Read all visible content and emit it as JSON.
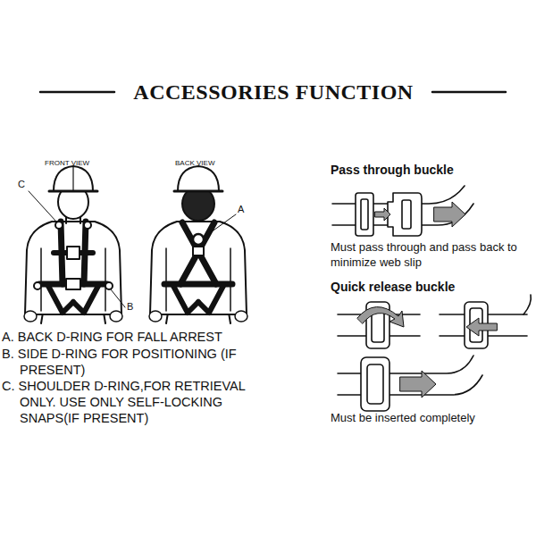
{
  "diagram": {
    "title": "ACCESSORIES FUNCTION",
    "labels": [
      "FRONT VIEW",
      "BACK VIEW",
      "C",
      "A",
      "B",
      "A. BACK D-RING FOR FALL ARREST",
      "B. SIDE D-RING FOR POSITIONING (IF PRESENT)",
      "C. SHOULDER D-RING,FOR RETRIEVAL ONLY. USE ONLY SELF-LOCKING SNAPS(IF PRESENT)",
      "Pass through buckle",
      "Must pass through and pass back to minimize web slip",
      "Quick release buckle",
      "Must be inserted completely"
    ]
  }
}
